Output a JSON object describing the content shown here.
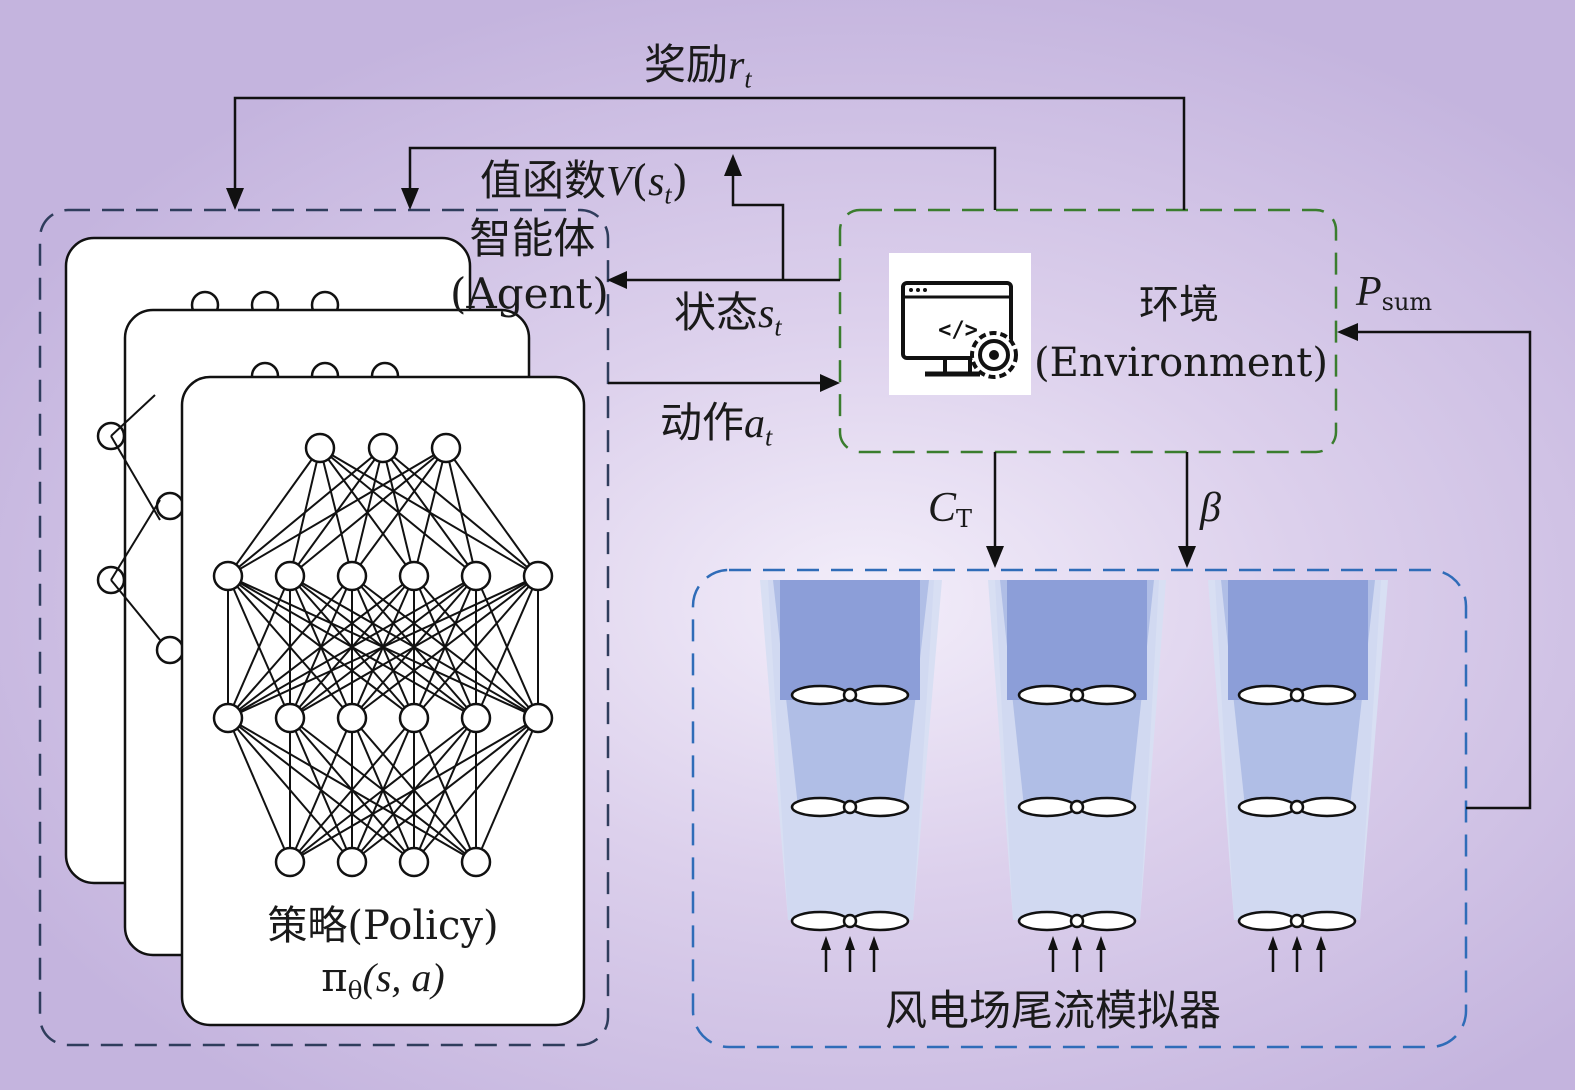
{
  "reward": {
    "text": "奖励",
    "var": "r",
    "sub": "t"
  },
  "value": {
    "text": "值函数",
    "var": "V",
    "open": "(",
    "arg": "s",
    "sub": "t",
    "close": ")"
  },
  "state": {
    "text": "状态",
    "var": "s",
    "sub": "t"
  },
  "action": {
    "text": "动作",
    "var": "a",
    "sub": "t"
  },
  "agent": {
    "line1": "智能体",
    "line2": "(Agent)"
  },
  "environment": {
    "line1": "环境",
    "line2": "(Environment)",
    "icon": "code-monitor-gear-icon"
  },
  "policy": {
    "line1": "策略(Policy)",
    "pi": "π",
    "pi_sub": "θ",
    "args": "(s, a)"
  },
  "ct": {
    "var": "C",
    "sub": "T"
  },
  "beta": {
    "var": "β"
  },
  "psum": {
    "var": "P",
    "sub": "sum"
  },
  "simulator": {
    "label": "风电场尾流模拟器"
  },
  "colors": {
    "agent_border": "#2f3d5c",
    "env_border": "#3a7d2e",
    "sim_border": "#2f6cb8",
    "arrow": "#111111",
    "wake_dark": "#8c9ed8",
    "wake_mid": "#b0bee6",
    "wake_light": "#d8dff3"
  }
}
